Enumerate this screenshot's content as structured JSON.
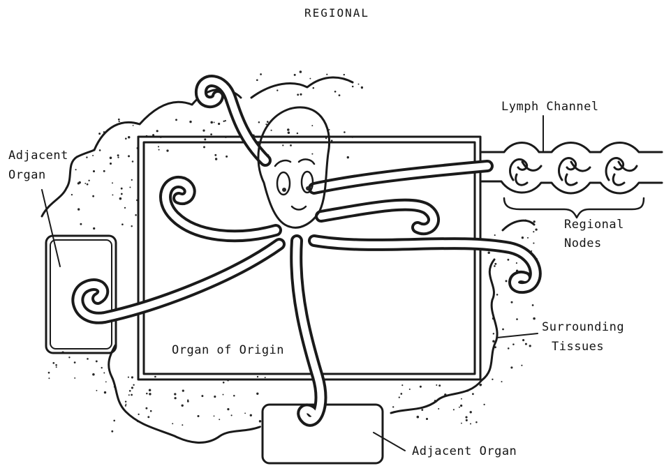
{
  "diagram": {
    "title": "REGIONAL",
    "labels": {
      "adjacent_organ_left_line1": "Adjacent",
      "adjacent_organ_left_line2": "Organ",
      "organ_of_origin": "Organ of Origin",
      "lymph_channel": "Lymph Channel",
      "regional_nodes_line1": "Regional",
      "regional_nodes_line2": "Nodes",
      "surrounding_tissues_line1": "Surrounding",
      "surrounding_tissues_line2": "Tissues",
      "adjacent_organ_bottom": "Adjacent Organ"
    }
  },
  "colors": {
    "ink": "#1a1a1a",
    "background": "#ffffff"
  }
}
